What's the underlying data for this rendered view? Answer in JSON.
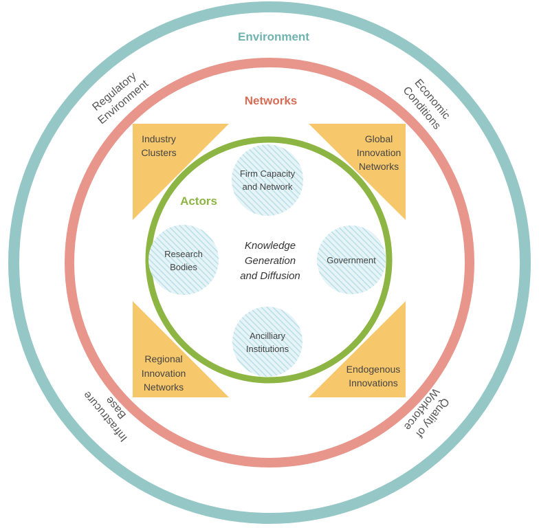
{
  "colors": {
    "environment": "#96c7c7",
    "networks": "#e8968c",
    "actors": "#8db543",
    "triangles": "#f7c76b",
    "circle_hatch": "#b9dfe8",
    "environment_title": "#6fb3b0",
    "networks_title": "#d66d56",
    "actors_title": "#8db543"
  },
  "rings": {
    "environment": "Environment",
    "networks": "Networks",
    "actors": "Actors"
  },
  "environment_labels": {
    "regulatory": [
      "Regulatory",
      "Environment"
    ],
    "economic": [
      "Economic",
      "Conditions"
    ],
    "infrastructure": [
      "Infrastrucure",
      "Base"
    ],
    "workforce": [
      "Quality of",
      "Workforce"
    ]
  },
  "networks_items": {
    "industry_clusters": [
      "Industry",
      "Clusters"
    ],
    "global_innovation": [
      "Global",
      "Innovation",
      "Networks"
    ],
    "regional_innovation": [
      "Regional",
      "Innovation",
      "Networks"
    ],
    "endogenous": [
      "Endogenous",
      "Innovations"
    ]
  },
  "actors_items": {
    "firm_capacity": [
      "Firm Capacity",
      "and Network"
    ],
    "research_bodies": [
      "Research",
      "Bodies"
    ],
    "government": [
      "Government"
    ],
    "ancillary": [
      "Ancilliary",
      "Institutions"
    ]
  },
  "center": [
    "Knowledge",
    "Generation",
    "and Diffusion"
  ]
}
